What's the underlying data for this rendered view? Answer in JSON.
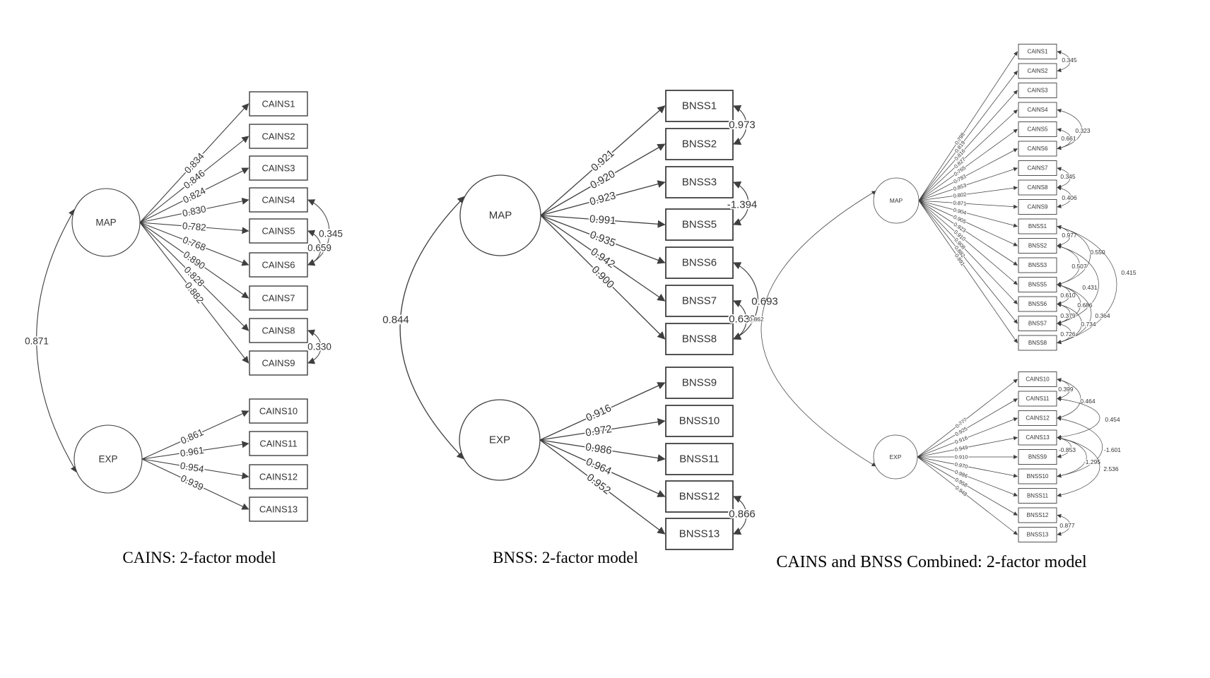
{
  "figure": {
    "ink_color": "#3f3f3f",
    "background_color": "#ffffff",
    "diagrams": [
      {
        "caption": "CAINS: 2-factor model",
        "factor_correlation": "0.871",
        "factors": [
          {
            "label": "MAP",
            "indicators": [
              {
                "name": "CAINS1",
                "loading": "0.834"
              },
              {
                "name": "CAINS2",
                "loading": "0.846"
              },
              {
                "name": "CAINS3",
                "loading": "0.824"
              },
              {
                "name": "CAINS4",
                "loading": "0.830"
              },
              {
                "name": "CAINS5",
                "loading": "0.782"
              },
              {
                "name": "CAINS6",
                "loading": "0.768"
              },
              {
                "name": "CAINS7",
                "loading": "0.890"
              },
              {
                "name": "CAINS8",
                "loading": "0.828"
              },
              {
                "name": "CAINS9",
                "loading": "0.882"
              }
            ]
          },
          {
            "label": "EXP",
            "indicators": [
              {
                "name": "CAINS10",
                "loading": "0.861"
              },
              {
                "name": "CAINS11",
                "loading": "0.961"
              },
              {
                "name": "CAINS12",
                "loading": "0.954"
              },
              {
                "name": "CAINS13",
                "loading": "0.939"
              }
            ]
          }
        ],
        "residual_correlations": [
          {
            "between": [
              "CAINS4",
              "CAINS6"
            ],
            "value": "0.345"
          },
          {
            "between": [
              "CAINS5",
              "CAINS6"
            ],
            "value": "0.659"
          },
          {
            "between": [
              "CAINS8",
              "CAINS9"
            ],
            "value": "0.330"
          }
        ]
      },
      {
        "caption": "BNSS: 2-factor model",
        "factor_correlation": "0.844",
        "factors": [
          {
            "label": "MAP",
            "indicators": [
              {
                "name": "BNSS1",
                "loading": "0.921"
              },
              {
                "name": "BNSS2",
                "loading": "0.920"
              },
              {
                "name": "BNSS3",
                "loading": "0.923"
              },
              {
                "name": "BNSS5",
                "loading": "0.991"
              },
              {
                "name": "BNSS6",
                "loading": "0.935"
              },
              {
                "name": "BNSS7",
                "loading": "0.942"
              },
              {
                "name": "BNSS8",
                "loading": "0.900"
              }
            ]
          },
          {
            "label": "EXP",
            "indicators": [
              {
                "name": "BNSS9",
                "loading": "0.916"
              },
              {
                "name": "BNSS10",
                "loading": "0.972"
              },
              {
                "name": "BNSS11",
                "loading": "0.986"
              },
              {
                "name": "BNSS12",
                "loading": "0.964"
              },
              {
                "name": "BNSS13",
                "loading": "0.952"
              }
            ]
          }
        ],
        "residual_correlations": [
          {
            "between": [
              "BNSS1",
              "BNSS2"
            ],
            "value": "0.973"
          },
          {
            "between": [
              "BNSS3",
              "BNSS5"
            ],
            "value": "-1.394"
          },
          {
            "between": [
              "BNSS6",
              "BNSS8"
            ],
            "value": "0.693"
          },
          {
            "between": [
              "BNSS7",
              "BNSS8"
            ],
            "value": "0.639"
          },
          {
            "between": [
              "BNSS12",
              "BNSS13"
            ],
            "value": "0.866"
          }
        ]
      },
      {
        "caption": "CAINS and BNSS Combined: 2-factor model",
        "factor_correlation": "0.862",
        "factors": [
          {
            "label": "MAP",
            "indicators": [
              {
                "name": "CAINS1",
                "loading": "0.798"
              },
              {
                "name": "CAINS2",
                "loading": "0.819"
              },
              {
                "name": "CAINS3",
                "loading": "0.816"
              },
              {
                "name": "CAINS4",
                "loading": "0.827"
              },
              {
                "name": "CAINS5",
                "loading": "0.765"
              },
              {
                "name": "CAINS6",
                "loading": "0.783"
              },
              {
                "name": "CAINS7",
                "loading": "0.853"
              },
              {
                "name": "CAINS8",
                "loading": "0.802"
              },
              {
                "name": "CAINS9",
                "loading": "0.871"
              },
              {
                "name": "BNSS1",
                "loading": "0.904"
              },
              {
                "name": "BNSS2",
                "loading": "0.905"
              },
              {
                "name": "BNSS3",
                "loading": "0.923"
              },
              {
                "name": "BNSS5",
                "loading": "0.910"
              },
              {
                "name": "BNSS6",
                "loading": "0.908"
              },
              {
                "name": "BNSS7",
                "loading": "0.882"
              },
              {
                "name": "BNSS8",
                "loading": "0.891"
              }
            ]
          },
          {
            "label": "EXP",
            "indicators": [
              {
                "name": "CAINS10",
                "loading": "0.777"
              },
              {
                "name": "CAINS11",
                "loading": "0.925"
              },
              {
                "name": "CAINS12",
                "loading": "0.916"
              },
              {
                "name": "CAINS13",
                "loading": "0.949"
              },
              {
                "name": "BNSS9",
                "loading": "0.910"
              },
              {
                "name": "BNSS10",
                "loading": "0.970"
              },
              {
                "name": "BNSS11",
                "loading": "0.986"
              },
              {
                "name": "BNSS12",
                "loading": "0.958"
              },
              {
                "name": "BNSS13",
                "loading": "0.948"
              }
            ]
          }
        ],
        "residual_correlations": [
          {
            "between": [
              "CAINS1",
              "CAINS2"
            ],
            "value": "0.345"
          },
          {
            "between": [
              "CAINS4",
              "CAINS6"
            ],
            "value": "0.323"
          },
          {
            "between": [
              "CAINS5",
              "CAINS6"
            ],
            "value": "0.661"
          },
          {
            "between": [
              "CAINS7",
              "CAINS8"
            ],
            "value": "0.345"
          },
          {
            "between": [
              "CAINS8",
              "CAINS9"
            ],
            "value": "0.406"
          },
          {
            "between": [
              "BNSS1",
              "BNSS2"
            ],
            "value": "0.977"
          },
          {
            "between": [
              "BNSS1",
              "BNSS5"
            ],
            "value": "0.550"
          },
          {
            "between": [
              "BNSS2",
              "BNSS5"
            ],
            "value": "0.507"
          },
          {
            "between": [
              "BNSS1",
              "BNSS8"
            ],
            "value": "0.415"
          },
          {
            "between": [
              "BNSS2",
              "BNSS7"
            ],
            "value": "0.431"
          },
          {
            "between": [
              "BNSS5",
              "BNSS6"
            ],
            "value": "0.610"
          },
          {
            "between": [
              "BNSS5",
              "BNSS7"
            ],
            "value": "0.686"
          },
          {
            "between": [
              "BNSS6",
              "BNSS7"
            ],
            "value": "0.379"
          },
          {
            "between": [
              "BNSS5",
              "BNSS8"
            ],
            "value": "0.364"
          },
          {
            "between": [
              "BNSS6",
              "BNSS8"
            ],
            "value": "0.734"
          },
          {
            "between": [
              "BNSS7",
              "BNSS8"
            ],
            "value": "0.726"
          },
          {
            "between": [
              "CAINS10",
              "CAINS11"
            ],
            "value": "0.399"
          },
          {
            "between": [
              "CAINS10",
              "CAINS12"
            ],
            "value": "0.464"
          },
          {
            "between": [
              "CAINS11",
              "CAINS13"
            ],
            "value": "0.454"
          },
          {
            "between": [
              "CAINS13",
              "BNSS9"
            ],
            "value": "-0.853"
          },
          {
            "between": [
              "CAINS12",
              "BNSS10"
            ],
            "value": "-1.601"
          },
          {
            "between": [
              "CAINS13",
              "BNSS10"
            ],
            "value": "-1.295"
          },
          {
            "between": [
              "CAINS13",
              "BNSS11"
            ],
            "value": "2.536"
          },
          {
            "between": [
              "BNSS12",
              "BNSS13"
            ],
            "value": "0.877"
          }
        ]
      }
    ]
  }
}
